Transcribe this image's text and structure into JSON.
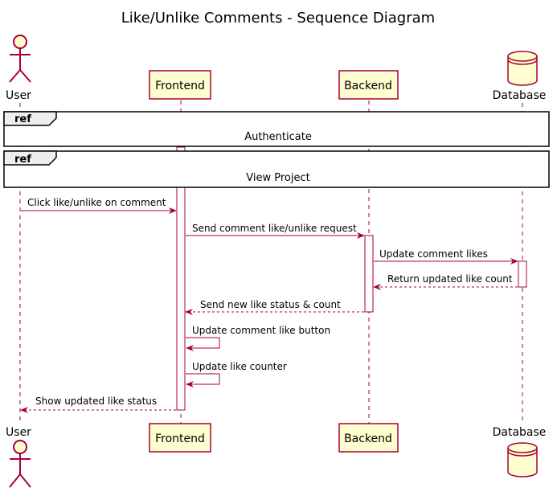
{
  "title": "Like/Unlike Comments - Sequence Diagram",
  "colors": {
    "participant_fill": "#FEFECE",
    "participant_border": "#A80036",
    "arrow": "#A80036",
    "ref_fill": "#EEEEEE",
    "activation_fill": "#FFFFFF"
  },
  "participants": {
    "user": {
      "label": "User",
      "icon": "actor-stick-figure-icon"
    },
    "frontend": {
      "label": "Frontend"
    },
    "backend": {
      "label": "Backend"
    },
    "database": {
      "label": "Database",
      "icon": "database-cylinder-icon"
    }
  },
  "refs": [
    {
      "tag": "ref",
      "label": "Authenticate"
    },
    {
      "tag": "ref",
      "label": "View Project"
    }
  ],
  "messages": [
    {
      "from": "user",
      "to": "frontend",
      "label": "Click like/unlike on comment",
      "style": "solid"
    },
    {
      "from": "frontend",
      "to": "backend",
      "label": "Send comment like/unlike request",
      "style": "solid"
    },
    {
      "from": "backend",
      "to": "database",
      "label": "Update comment likes",
      "style": "solid"
    },
    {
      "from": "database",
      "to": "backend",
      "label": "Return updated like count",
      "style": "dashed"
    },
    {
      "from": "backend",
      "to": "frontend",
      "label": "Send new like status & count",
      "style": "dashed"
    },
    {
      "from": "frontend",
      "to": "frontend",
      "label": "Update comment like button",
      "style": "self"
    },
    {
      "from": "frontend",
      "to": "frontend",
      "label": "Update like counter",
      "style": "self"
    },
    {
      "from": "frontend",
      "to": "user",
      "label": "Show updated like status",
      "style": "dashed"
    }
  ]
}
